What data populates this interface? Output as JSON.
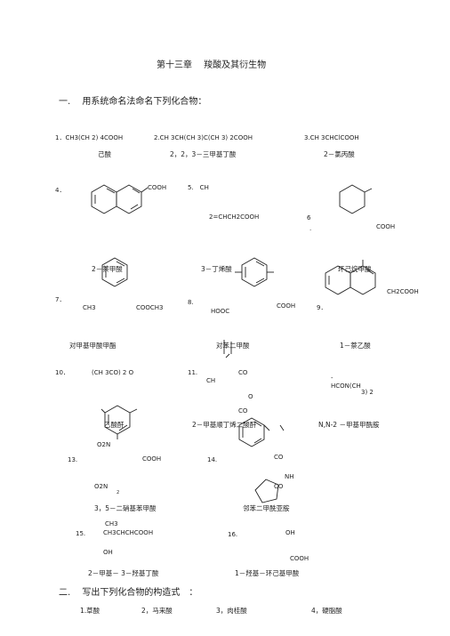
{
  "title": "第十三章　 羧酸及其衍生物",
  "section1": {
    "heading": "一.　 用系统命名法命名下列化合物：",
    "row1": {
      "q1": "1．CH3(CH 2) 4COOH",
      "q2": "2.CH 3CH(CH 3)C(CH 3) 2COOH",
      "q3": "3.CH 3CHClCOOH",
      "a1": "己酸",
      "a2": "2，2，3－三甲基丁酸",
      "a3": "2－氯丙酸"
    },
    "row2": {
      "q4": "4．",
      "q4_cooh": "COOH",
      "q5": "5.　CH",
      "q5b": "2=CHCH2COOH",
      "q6": "6",
      "q6_dot": ".",
      "q6_cooh": "COOH",
      "a4": "2－萘甲酸",
      "a5": "3－丁烯酸",
      "a6": "环己烷甲酸"
    },
    "row3": {
      "q7": "7．",
      "q7_ch3": "CH3",
      "q7_ester": "COOCH3",
      "q8": "8.",
      "q8_cooh": "COOH",
      "q8_hooc": "HOOC",
      "q9": "9．",
      "q9_ch2": "CH2COOH",
      "a7": "对甲基甲酸甲酯",
      "a8": "对苯二甲酸",
      "a9": "1－萘乙酸"
    },
    "row4": {
      "q10": "10．",
      "q10_formula": "(CH 3CO) 2 O",
      "q11": "11.",
      "q11_co": "CO",
      "q11_ch": "CH",
      "q11_o": "O",
      "q11_co2": "CO",
      "q12_dash": "-",
      "q12": "HCON(CH",
      "q12b": "3) 2",
      "a10": "乙酸酐",
      "a11": "2－甲基顺丁烯二酸酐",
      "a12": "N,N-2 －甲基甲酰胺"
    },
    "row5": {
      "q13_o2n": "O2N",
      "q13": "13.",
      "q13_cooh": "COOH",
      "q14": "14.",
      "q14_co": "CO",
      "q14_nh": "NH",
      "q13_o2n2": "O2N",
      "q13_small": "2",
      "q14_co2": "CO",
      "a13": "3，5－二硝基苯甲酸",
      "a14": "邻苯二甲酰亚胺"
    },
    "row6": {
      "q15_ch3": "CH3",
      "q15": "15.",
      "q15_formula": "CH3CHCHCOOH",
      "q16": "16.",
      "q16_oh": "OH",
      "q15_oh": "OH",
      "q16_cooh": "COOH",
      "a15": "2－甲基－ 3－羟基丁酸",
      "a16": "1－羟基－环己基甲酸"
    }
  },
  "section2": {
    "heading": "二.　 写出下列化合物的构造式　：",
    "items": [
      "1.草酸",
      "2，马来酸",
      "3，肉桂酸",
      "4，硬脂酸"
    ]
  }
}
